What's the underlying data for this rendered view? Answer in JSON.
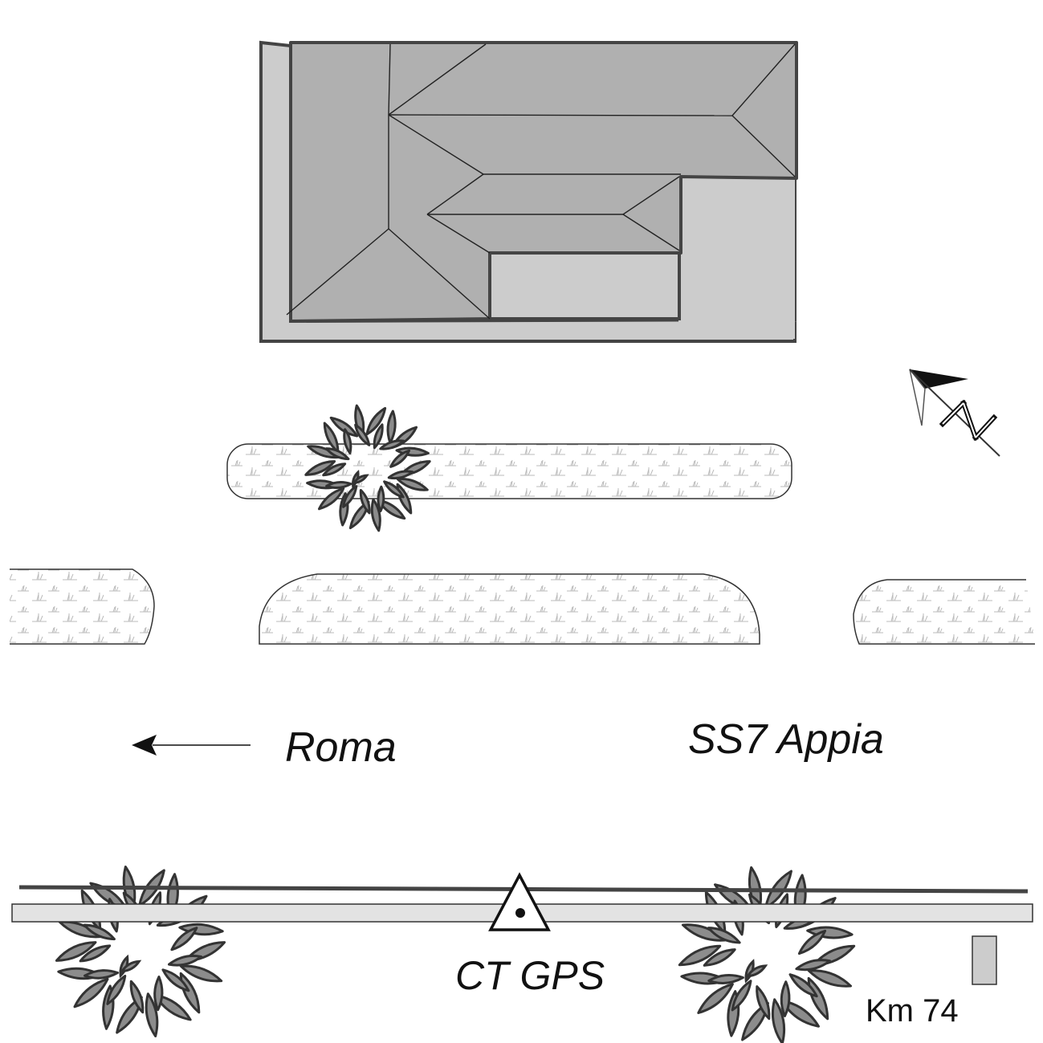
{
  "labels": {
    "direction": "Roma",
    "road": "SS7 Appia",
    "station": "CT GPS",
    "km_marker": "Km 74"
  },
  "icons": {
    "north_arrow": "north-arrow-icon",
    "tree": "tree-icon",
    "gps_station": "triangle-station-icon",
    "km_post": "km-post-icon",
    "direction_arrow": "arrow-left-icon"
  },
  "colors": {
    "roof_dark": "#b0b0b0",
    "roof_light": "#cccccc",
    "outline": "#444444",
    "sidewalk": "#e3e3e3",
    "leaf": "#8c8c8c",
    "grass_mark": "#bbbbbb"
  }
}
